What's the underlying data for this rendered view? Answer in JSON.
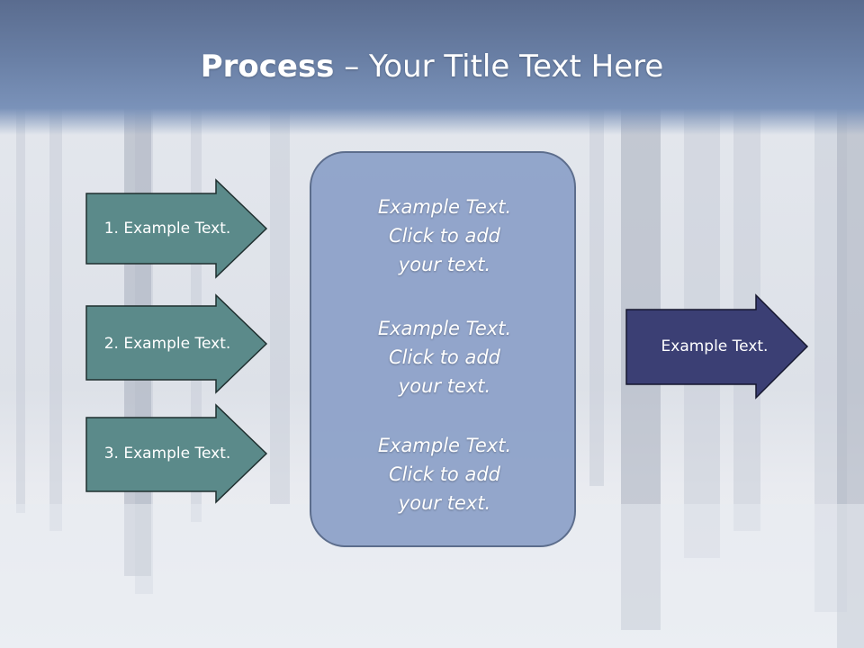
{
  "title": {
    "bold": "Process",
    "rest": " – Your Title Text Here"
  },
  "left_arrows": [
    {
      "label": "1. Example Text."
    },
    {
      "label": "2. Example Text."
    },
    {
      "label": "3. Example Text."
    }
  ],
  "center_items": [
    {
      "line1": "Example Text.",
      "line2": "Click  to add",
      "line3": "your text."
    },
    {
      "line1": "Example Text.",
      "line2": "Click  to add",
      "line3": "your text."
    },
    {
      "line1": "Example Text.",
      "line2": "Click  to add",
      "line3": "your text."
    }
  ],
  "output_arrow": {
    "label": "Example Text."
  },
  "colors": {
    "teal_arrow": "#5b8a8a",
    "navy_arrow": "#3b3f74",
    "center_box": "#8ca0c8",
    "header": "#6a80a6"
  }
}
